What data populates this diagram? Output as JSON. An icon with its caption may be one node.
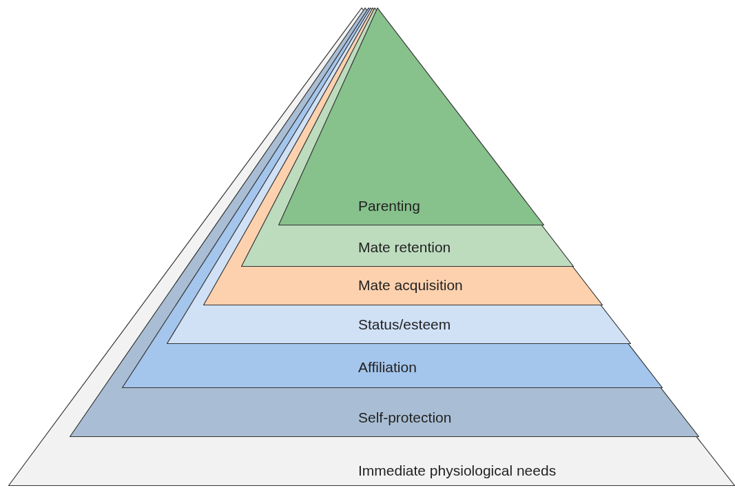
{
  "diagram": {
    "nodes": [
      {
        "text": [
          "Immediate physiological needs"
        ]
      },
      {
        "text": [
          "Self-protection"
        ],
        "in": 0
      },
      {
        "text": [
          "Affiliation"
        ],
        "in": 1
      },
      {
        "text": [
          "Status/esteem"
        ],
        "in": 2
      },
      {
        "text": [
          "Mate acquisition"
        ],
        "in": 3
      },
      {
        "text": [
          "Mate retention"
        ],
        "in": 4
      },
      {
        "text": [
          "Parenting"
        ],
        "in": 5
      }
    ]
  }
}
